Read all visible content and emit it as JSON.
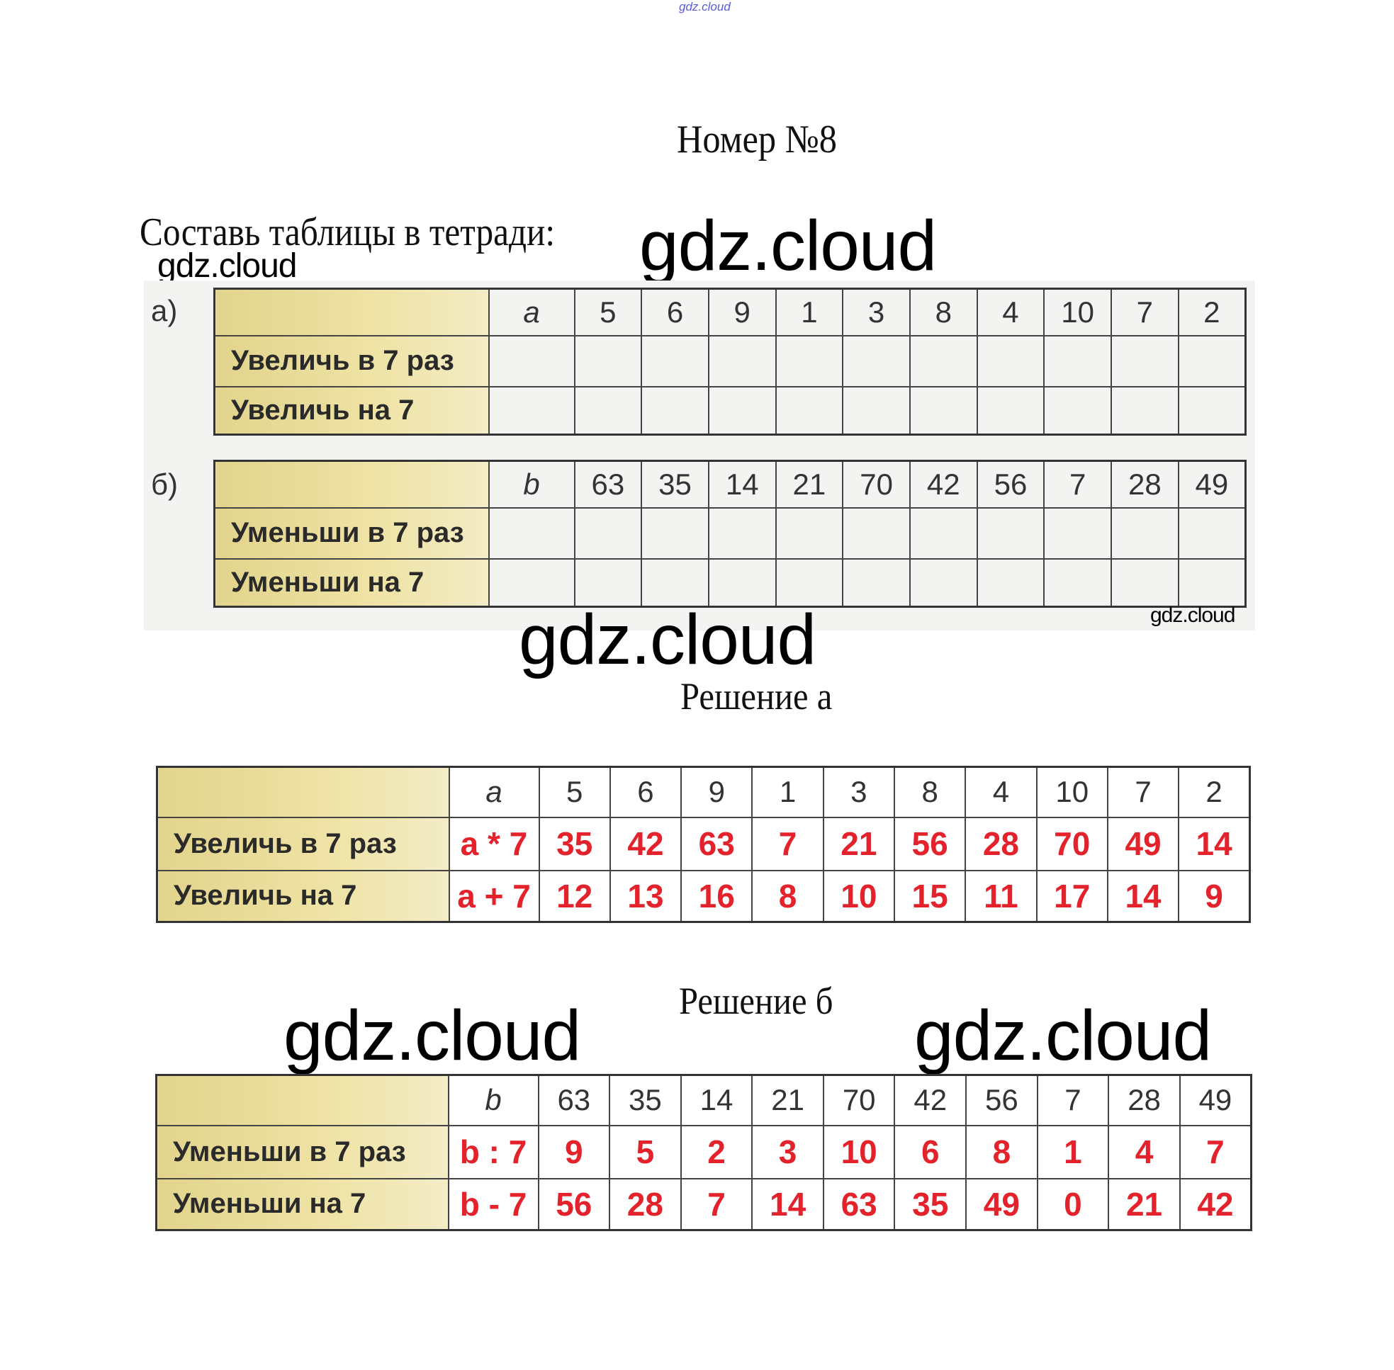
{
  "watermark_top": "gdz.cloud",
  "title": "Номер №8",
  "instruction": "Составь таблицы в тетради:",
  "watermarks": [
    "gdz.cloud",
    "gdz.cloud",
    "gdz.cloud",
    "gdz.cloud",
    "gdz.cloud",
    "gdz.cloud"
  ],
  "task_a": {
    "marker": "а)",
    "header_var": "a",
    "values": [
      "5",
      "6",
      "9",
      "1",
      "3",
      "8",
      "4",
      "10",
      "7",
      "2"
    ],
    "rows": [
      "Увеличь в 7 раз",
      "Увеличь на 7"
    ]
  },
  "task_b": {
    "marker": "б)",
    "header_var": "b",
    "values": [
      "63",
      "35",
      "14",
      "21",
      "70",
      "42",
      "56",
      "7",
      "28",
      "49"
    ],
    "rows": [
      "Уменьши в 7 раз",
      "Уменьши на 7"
    ]
  },
  "solution_a": {
    "title": "Решение а",
    "header_var": "a",
    "values": [
      "5",
      "6",
      "9",
      "1",
      "3",
      "8",
      "4",
      "10",
      "7",
      "2"
    ],
    "rows": [
      {
        "label": "Увеличь в 7 раз",
        "formula": "a * 7",
        "results": [
          "35",
          "42",
          "63",
          "7",
          "21",
          "56",
          "28",
          "70",
          "49",
          "14"
        ]
      },
      {
        "label": "Увеличь на 7",
        "formula": "a + 7",
        "results": [
          "12",
          "13",
          "16",
          "8",
          "10",
          "15",
          "11",
          "17",
          "14",
          "9"
        ]
      }
    ]
  },
  "solution_b": {
    "title": "Решение б",
    "header_var": "b",
    "values": [
      "63",
      "35",
      "14",
      "21",
      "70",
      "42",
      "56",
      "7",
      "28",
      "49"
    ],
    "rows": [
      {
        "label": "Уменьши в 7 раз",
        "formula": "b : 7",
        "results": [
          "9",
          "5",
          "2",
          "3",
          "10",
          "6",
          "8",
          "1",
          "4",
          "7"
        ]
      },
      {
        "label": "Уменьши на 7",
        "formula": "b - 7",
        "results": [
          "56",
          "28",
          "7",
          "14",
          "63",
          "35",
          "49",
          "0",
          "21",
          "42"
        ]
      }
    ]
  },
  "colors": {
    "answer": "#e3222c",
    "label_bg": "#e8dc9c"
  }
}
